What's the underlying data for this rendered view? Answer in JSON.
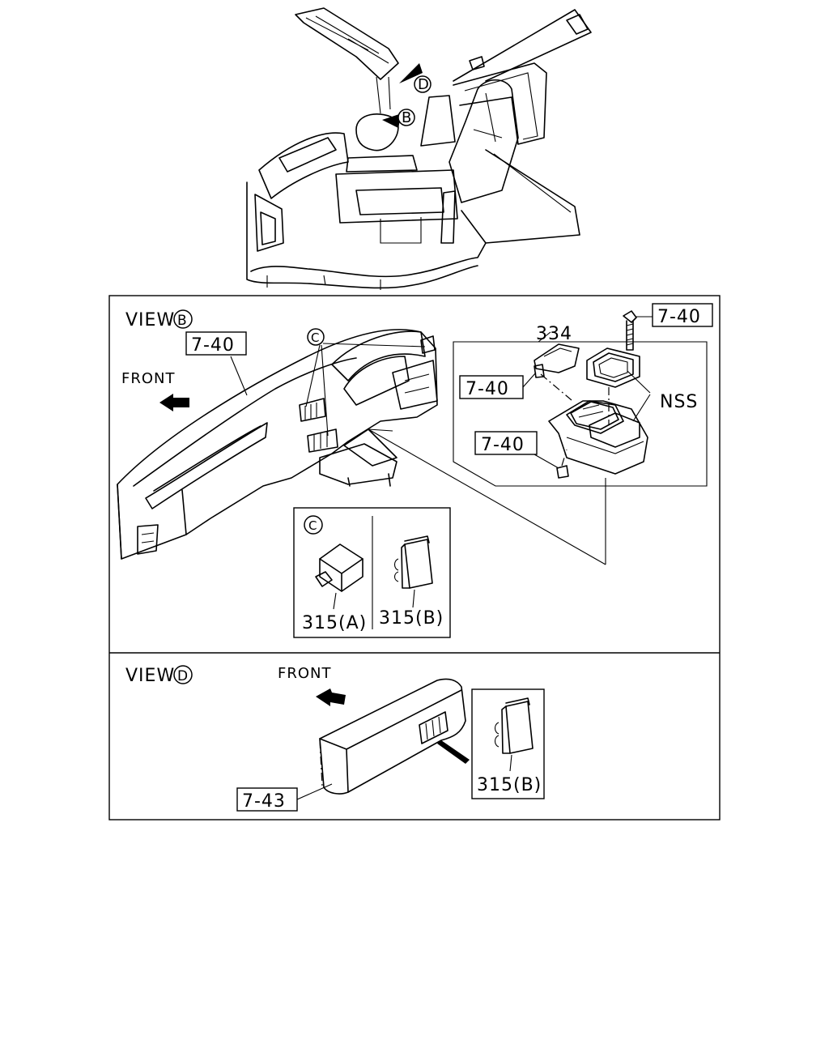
{
  "views": {
    "b": {
      "prefix": "VIEW",
      "letter": "B"
    },
    "d": {
      "prefix": "VIEW",
      "letter": "D"
    }
  },
  "overview": {
    "arrow_d": "D",
    "arrow_b": "B"
  },
  "labels": {
    "front_b": "FRONT",
    "front_d": "FRONT",
    "ref_dash": "7-40",
    "ref_bolt": "7-40",
    "ref_cover": "7-40",
    "ref_console": "7-40",
    "ref_d": "7-43",
    "part_334": "334",
    "nss": "NSS",
    "callout_c": "C",
    "detail_c": "C",
    "p315a": "315(A)",
    "p315b": "315(B)",
    "p315b_d": "315(B)"
  }
}
